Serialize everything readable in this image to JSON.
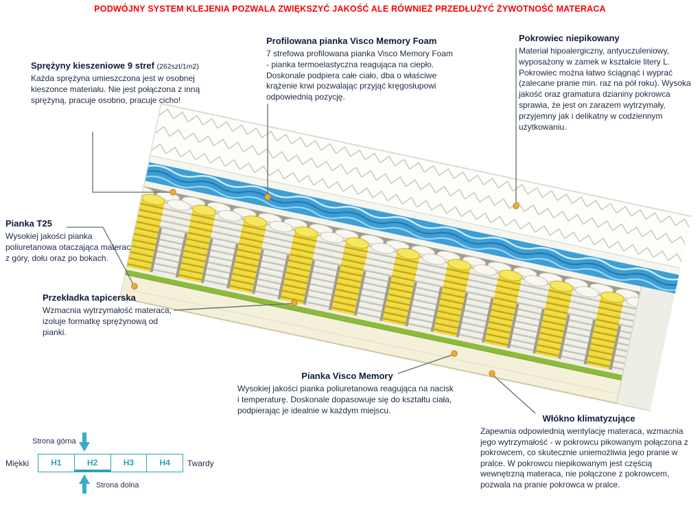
{
  "banner": {
    "text": "PODWÓJNY SYSTEM KLEJENIA POZWALA ZWIĘKSZYĆ JAKOŚĆ ALE RÓWNIEŻ PRZEDŁUŻYĆ ŻYWOTNOŚĆ MATERACA"
  },
  "annotations": {
    "springs": {
      "title": "Sprężyny kieszeniowe 9 stref",
      "subtitle": "(262szt/1m2)",
      "description": "Każda sprężyna umieszczona jest w osobnej kieszonce materiału. Nie jest połączona z inną sprężyną, pracuje osobno, pracuje cicho!"
    },
    "profiled_foam": {
      "title": "Profilowana pianka Visco Memory Foam",
      "description": "7 strefowa profilowana pianka Visco Memory Foam - pianka termoelastyczna reagująca na ciepło. Doskonale podpiera całe ciało, dba o właściwe krążenie krwi pozwalając przyjąć kręgosłupowi odpowiednią pozycję."
    },
    "cover": {
      "title": "Pokrowiec niepikowany",
      "description": "Materiał hipoalergiczny, antyuczuleniowy, wyposażony w zamek w kształcie litery L. Pokrowiec można łatwo ściągnąć i wyprać (zalecane pranie min. raz na pół roku). Wysoka jakość oraz gramatura dzianiny pokrowca sprawia, że jest on zarazem wytrzymały, przyjemny jak i delikatny w codziennym użytkowaniu."
    },
    "t25_foam": {
      "title": "Pianka T25",
      "description": "Wysokiej jakości pianka poliuretanowa otaczająca materac z góry, dołu oraz po bokach."
    },
    "spacer": {
      "title": "Przekładka tapicerska",
      "description": "Wzmacnia wytrzymałość materaca, izoluje formatkę sprężynową od pianki."
    },
    "visco_memory": {
      "title": "Pianka Visco Memory",
      "description": "Wysokiej jakości pianka poliuretanowa reagująca na nacisk i temperaturę. Doskonale dopasowuje się do kształtu ciała, podpierając je idealnie w każdym miejscu."
    },
    "climate_fiber": {
      "title": "Włókno klimatyzujące",
      "description": "Zapewnia odpowiednią wentylację materaca, wzmacnia jego wytrzymałość - w pokrowcu pikowanym połączona z pokrowcem, co skutecznie uniemożliwia jego pranie w pralce. W pokrowcu niepikowanym jest częścią wewnętrzną materaca, nie połączone z pokrowcem, pozwala na pranie pokrowca w pralce."
    }
  },
  "hardness_scale": {
    "top_side_label": "Strona górna",
    "bottom_side_label": "Strona dolna",
    "soft_label": "Miękki",
    "hard_label": "Twardy",
    "levels": [
      "H1",
      "H2",
      "H3",
      "H4"
    ],
    "active_level": "H2"
  },
  "colors": {
    "banner_red": "#fb0000",
    "heading_navy": "#0f1c3a",
    "body_navy": "#1c2847",
    "scale_teal": "#2ba2b7",
    "leader_line": "#5c7060",
    "leader_dot": "#f0a83c",
    "spring_yellow": "#f1dd43",
    "visco_blue": "#3e9ed5",
    "base_green": "#8cbb3c",
    "base_cream": "#f4f0da"
  }
}
